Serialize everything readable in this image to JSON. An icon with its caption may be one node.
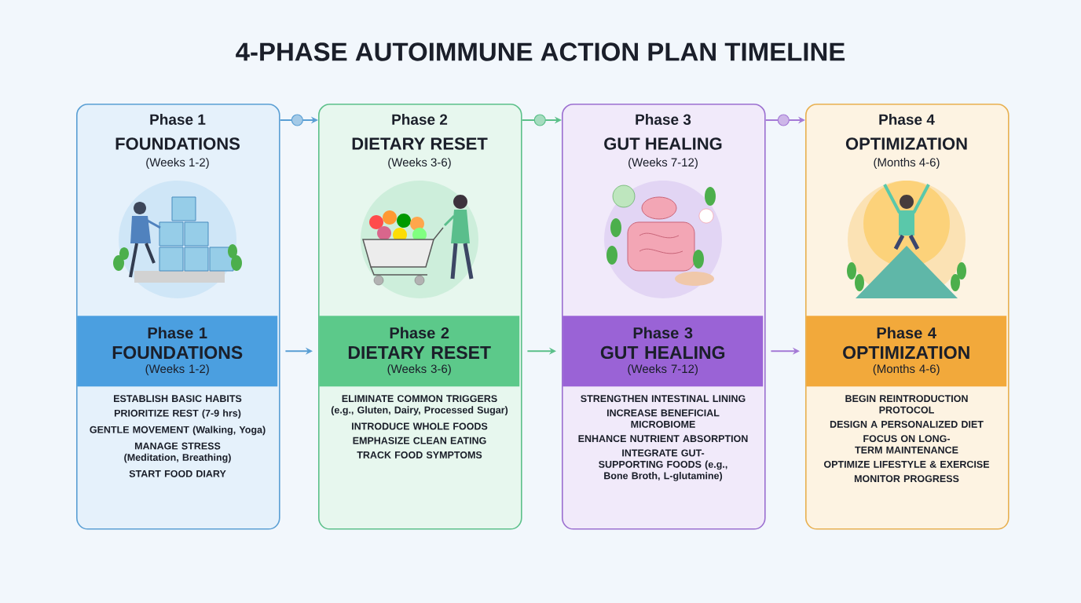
{
  "diagram": {
    "title": "4-PHASE AUTOIMMUNE ACTION PLAN TIMELINE",
    "nodes": [
      {
        "text": [
          "Phase 1",
          "FOUNDATIONS",
          "(Weeks 1-2)",
          "ESTABLISH BASIC HABITS",
          "PRIORITIZE REST (7-9 hrs)",
          "GENTLE MOVEMENT (Walking, Yoga)",
          "MANAGE STRESS (Meditation, Breathing)",
          "START FOOD DIARY"
        ]
      },
      {
        "text": [],
        "shape": "picture",
        "in": 0
      },
      {
        "text": [
          "Phase 1",
          "FOUNDATIONS",
          "(Weeks 1-2)"
        ],
        "in": 0
      },
      {
        "text": [
          "Phase 2",
          "DIETARY RESET",
          "(Weeks 3-6)",
          "ELIMINATE COMMON TRIGGERS (e.g., Gluten, Dairy, Processed Sugar)",
          "INTRODUCE WHOLE FOODS",
          "EMPHASIZE CLEAN EATING",
          "TRACK FOOD SYMPTOMS"
        ]
      },
      {
        "text": [],
        "shape": "picture",
        "in": 3
      },
      {
        "text": [
          "Phase 2",
          "DIETARY RESET",
          "(Weeks 3-6)"
        ],
        "in": 3
      },
      {
        "text": [
          "Phase 3",
          "GUT HEALING",
          "(Weeks 7-12)",
          "STRENGTHEN INTESTINAL LINING",
          "INCREASE BENEFICIAL MICROBIOME",
          "ENHANCE NUTRIENT ABSORPTION",
          "INTEGRATE GUT-SUPPORTING FOODS (e.g., Bone Broth, L-glutamine)"
        ]
      },
      {
        "text": [],
        "shape": "picture",
        "in": 6
      },
      {
        "text": [
          "Phase 3",
          "GUT HEALING",
          "(Weeks 7-12)"
        ],
        "in": 6
      },
      {
        "text": [
          "Phase 4",
          "OPTIMIZATION",
          "(Months 4-6)",
          "BEGIN REINTRODUCTION PROTOCOL",
          "DESIGN A PERSONALIZED DIET",
          "FOCUS ON LONG-TERM MAINTENANCE",
          "OPTIMIZE LIFESTYLE & EXERCISE",
          "MONITOR PROGRESS"
        ]
      },
      {
        "text": [],
        "shape": "picture",
        "in": 9
      },
      {
        "text": [
          "Phase 4",
          "OPTIMIZATION",
          "(Months 4-6)"
        ],
        "in": 9
      }
    ],
    "edges": [
      {
        "from": 0,
        "to": 3,
        "arrow": "to",
        "color": "#5a9fd4"
      },
      {
        "from": 3,
        "to": 6,
        "arrow": "to",
        "color": "#5cc08a"
      },
      {
        "from": 6,
        "to": 9,
        "arrow": "to",
        "color": "#a57ad6"
      },
      {
        "from": 2,
        "to": 5,
        "arrow": "to",
        "color": "#5a9fd4"
      },
      {
        "from": 5,
        "to": 8,
        "arrow": "to",
        "color": "#5cc08a"
      },
      {
        "from": 8,
        "to": 11,
        "arrow": "to",
        "color": "#a57ad6"
      }
    ]
  }
}
